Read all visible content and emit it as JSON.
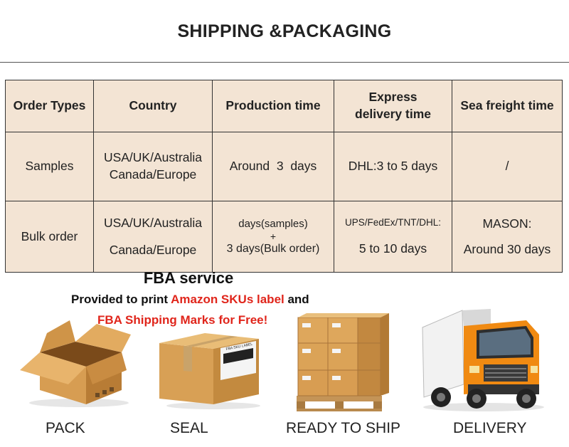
{
  "title": "SHIPPING &PACKAGING",
  "table": {
    "headers": [
      "Order Types",
      "Country",
      "Production time",
      "Express delivery time",
      "Sea freight time"
    ],
    "headers_express_lines": [
      "Express",
      "delivery time"
    ],
    "rows": [
      {
        "type": "Samples",
        "country_lines": [
          "USA/UK/Australia",
          "Canada/Europe"
        ],
        "production": "Around  3  days",
        "express": "DHL:3 to 5 days",
        "sea": "/"
      },
      {
        "type": "Bulk order",
        "country_lines": [
          "USA/UK/Australia",
          "Canada/Europe"
        ],
        "production_lines": [
          "days(samples)",
          "+",
          "3 days(Bulk order)"
        ],
        "express_lines": [
          "UPS/FedEx/TNT/DHL:",
          "5 to 10 days"
        ],
        "sea_lines": [
          "MASON:",
          "Around 30 days"
        ]
      }
    ]
  },
  "fba": {
    "title": "FBA service",
    "line1_a": "Provided to print ",
    "line1_red": "Amazon SKUs label",
    "line1_b": " and",
    "line2": "FBA Shipping Marks for Free!"
  },
  "steps": [
    {
      "label": "PACK",
      "icon": "open-box-icon"
    },
    {
      "label": "SEAL",
      "icon": "sealed-box-icon"
    },
    {
      "label": "READY TO SHIP",
      "icon": "pallet-boxes-icon"
    },
    {
      "label": "DELIVERY",
      "icon": "truck-icon"
    }
  ],
  "seal_box_label": "FBA SKU LABEL",
  "colors": {
    "table_bg": "#f3e4d4",
    "highlight_red": "#e0251b",
    "cardboard": "#d9a45a",
    "truck_orange": "#f08a12"
  }
}
